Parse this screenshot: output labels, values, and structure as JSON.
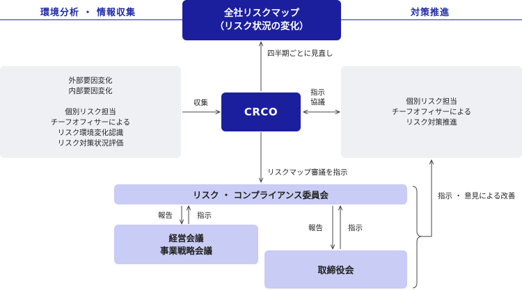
{
  "headers": {
    "left": "環境分析 ・ 情報収集",
    "right": "対策推進"
  },
  "top_node": {
    "line1": "全社リスクマップ",
    "line2": "（リスク状況の変化）"
  },
  "label_review": "四半期ごとに見直し",
  "crco": "CRCO",
  "left_panel": {
    "lines": [
      "外部要因変化",
      "内部要因変化",
      "",
      "個別リスク担当",
      "チーフオフィサーによる",
      "リスク環境変化認識",
      "リスク対策状況評価"
    ]
  },
  "label_collect": "収集",
  "label_instruct_top": "指示",
  "label_consult": "協議",
  "right_panel": {
    "lines": [
      "個別リスク担当",
      "チーフオフィサーによる",
      "リスク対策推進"
    ]
  },
  "label_map_review": "リスクマップ審議を指示",
  "committee": "リスク ・ コンプライアンス委員会",
  "label_improve": "指示 ・ 意見による改善",
  "label_report_left": "報告",
  "label_instruct_left": "指示",
  "mgmt_meeting": {
    "line1": "経営会議",
    "line2": "事業戦略会議"
  },
  "label_report_right": "報告",
  "label_instruct_right": "指示",
  "board": "取締役会",
  "colors": {
    "dark_node": "#1b1f9e",
    "header_text": "#1f2aa8",
    "grey_panel": "#eef0f4",
    "lavender_node": "#c9ccf4"
  }
}
